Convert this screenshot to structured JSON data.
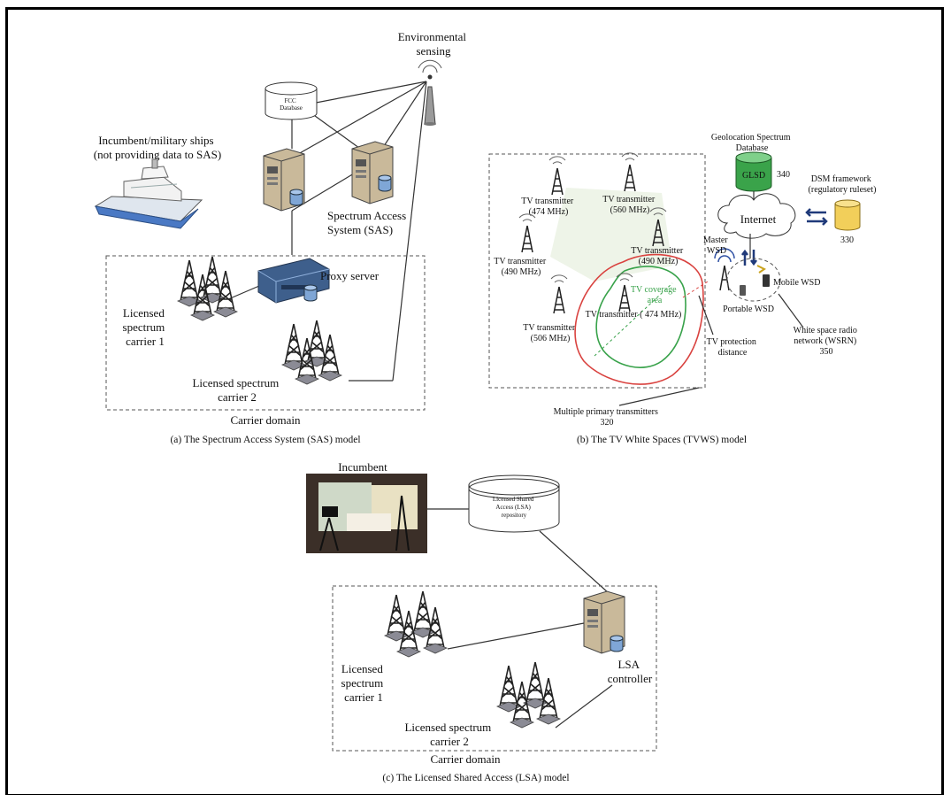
{
  "panel_a": {
    "environmental_sensing": [
      "Environmental",
      "sensing"
    ],
    "fcc_database": [
      "FCC",
      "Database"
    ],
    "ships": [
      "Incumbent/military ships",
      "(not providing data to SAS)"
    ],
    "sas": [
      "Spectrum Access",
      "System (SAS)"
    ],
    "proxy_server": "Proxy server",
    "carrier1": [
      "Licensed",
      "spectrum",
      "carrier 1"
    ],
    "carrier2": [
      "Licensed spectrum",
      "carrier 2"
    ],
    "carrier_domain": "Carrier domain",
    "caption": "(a)  The Spectrum Access System (SAS) model"
  },
  "panel_b": {
    "gsd": [
      "Geolocation Spectrum",
      "Database"
    ],
    "glsd": "GLSD",
    "ref_340": "340",
    "dsm": [
      "DSM framework",
      "(regulatory ruleset)"
    ],
    "internet": "Internet",
    "ref_330": "330",
    "tx_474_top": [
      "TV transmitter",
      "(474 MHz)"
    ],
    "tx_560": [
      "TV transmitter",
      "(560 MHz)"
    ],
    "tx_490_left": [
      "TV transmitter",
      "(490 MHz)"
    ],
    "tx_490_right": [
      "TV transmitter",
      "(490 MHz)"
    ],
    "tx_506": [
      "TV transmitter",
      "(506 MHz)"
    ],
    "tx_474_center": "TV transmitter ( 474 MHz)",
    "coverage": [
      "TV coverage",
      "area"
    ],
    "master_wsd": [
      "Master",
      "WSD"
    ],
    "mobile_wsd": "Mobile WSD",
    "portable_wsd": "Portable WSD",
    "protection": [
      "TV protection",
      "distance"
    ],
    "wsrn": [
      "White space radio",
      "network (WSRN)",
      "350"
    ],
    "multiple": [
      "Multiple primary transmitters",
      "320"
    ],
    "caption": "(b)  The TV White Spaces (TVWS) model"
  },
  "panel_c": {
    "incumbent": "Incumbent",
    "lsa_repo": [
      "Licensed Shared",
      "Access (LSA)",
      "repository"
    ],
    "carrier1": [
      "Licensed",
      "spectrum",
      "carrier 1"
    ],
    "lsa_controller": [
      "LSA",
      "controller"
    ],
    "carrier2": [
      "Licensed spectrum",
      "carrier 2"
    ],
    "carrier_domain": "Carrier domain",
    "caption": "(c)  The Licensed Shared Access (LSA) model"
  }
}
